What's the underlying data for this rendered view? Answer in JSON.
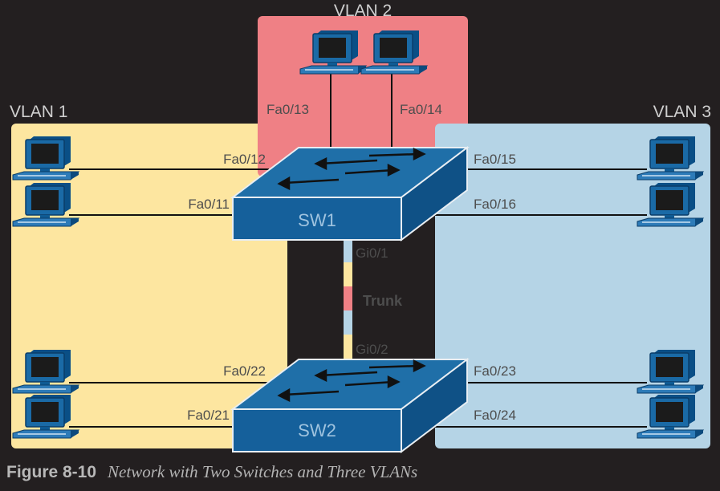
{
  "colors": {
    "background": "#231f20",
    "vlan1": "#fde6a0",
    "vlan2": "#ef8085",
    "vlan3": "#b5d4e6",
    "switch_top": "#1f6fa8",
    "switch_side": "#105a92",
    "label": "#4d4d4d",
    "vlan_label": "#cfcfcf"
  },
  "vlans": [
    {
      "name": "VLAN 1",
      "color": "#fde6a0"
    },
    {
      "name": "VLAN 2",
      "color": "#ef8085"
    },
    {
      "name": "VLAN 3",
      "color": "#b5d4e6"
    }
  ],
  "switches": [
    {
      "name": "SW1",
      "icon": "switch-icon"
    },
    {
      "name": "SW2",
      "icon": "switch-icon"
    }
  ],
  "ports": {
    "fa0_13": "Fa0/13",
    "fa0_14": "Fa0/14",
    "fa0_12": "Fa0/12",
    "fa0_11": "Fa0/11",
    "fa0_15": "Fa0/15",
    "fa0_16": "Fa0/16",
    "gi0_1": "Gi0/1",
    "gi0_2": "Gi0/2",
    "fa0_22": "Fa0/22",
    "fa0_21": "Fa0/21",
    "fa0_23": "Fa0/23",
    "fa0_24": "Fa0/24"
  },
  "trunk_label": "Trunk",
  "caption": {
    "number": "Figure 8-10",
    "title": "Network with Two Switches and Three VLANs"
  }
}
